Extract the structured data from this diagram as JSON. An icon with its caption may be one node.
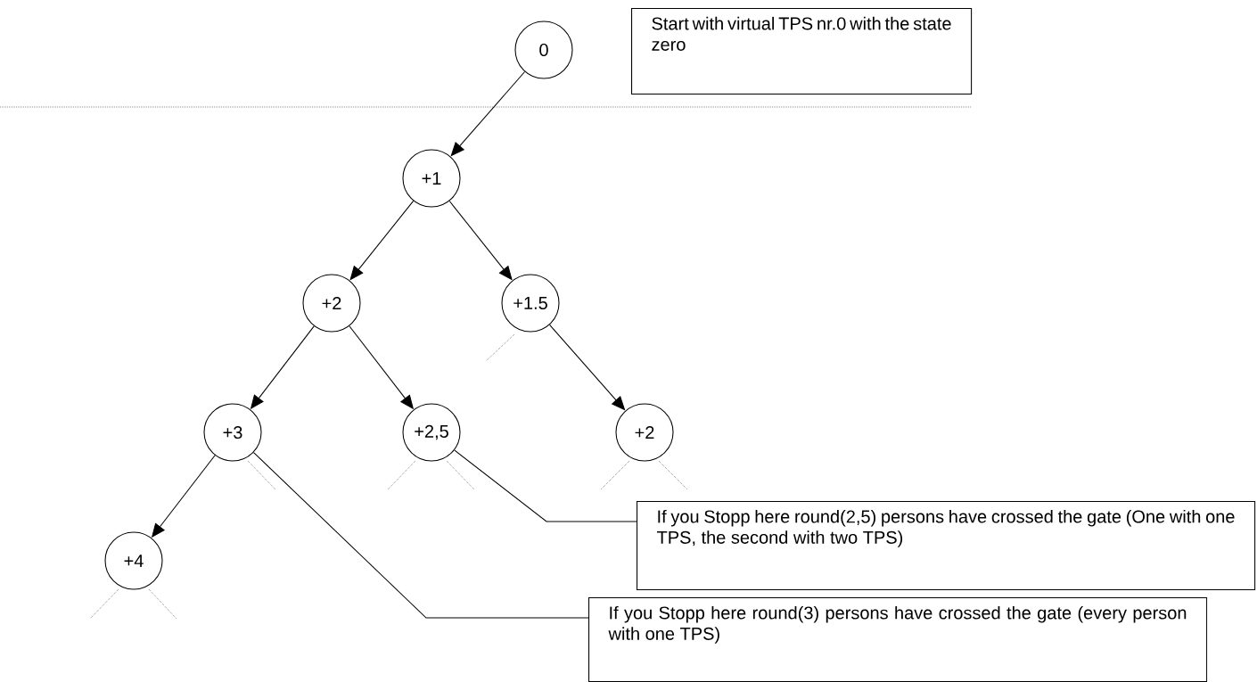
{
  "diagram": {
    "nodes": [
      {
        "text": [
          "0"
        ]
      },
      {
        "text": [
          "Start with virtual TPS nr.0 with the state zero"
        ]
      },
      {
        "text": [
          "+1"
        ]
      },
      {
        "text": [
          "+2"
        ]
      },
      {
        "text": [
          "+1.5"
        ]
      },
      {
        "text": [
          "+3"
        ]
      },
      {
        "text": [
          "+2,5"
        ]
      },
      {
        "text": [
          "+2"
        ]
      },
      {
        "text": [
          "+4"
        ]
      },
      {
        "text": [
          "If you Stopp here round(2,5) persons have crossed the gate (One with one TPS, the second with two TPS)"
        ]
      },
      {
        "text": [
          "If you Stopp here round(3) persons have crossed the gate (every person with one TPS)"
        ]
      }
    ],
    "edges": [
      {
        "from": 0,
        "to": 2,
        "arrow": "to"
      },
      {
        "from": 2,
        "to": 3,
        "arrow": "to"
      },
      {
        "from": 2,
        "to": 4,
        "arrow": "to"
      },
      {
        "from": 3,
        "to": 5,
        "arrow": "to"
      },
      {
        "from": 3,
        "to": 6,
        "arrow": "to"
      },
      {
        "from": 4,
        "to": 7,
        "arrow": "to"
      },
      {
        "from": 5,
        "to": 8,
        "arrow": "to"
      },
      {
        "from": 9,
        "to": 6,
        "arrow": "none"
      },
      {
        "from": 10,
        "to": 5,
        "arrow": "none"
      }
    ]
  }
}
